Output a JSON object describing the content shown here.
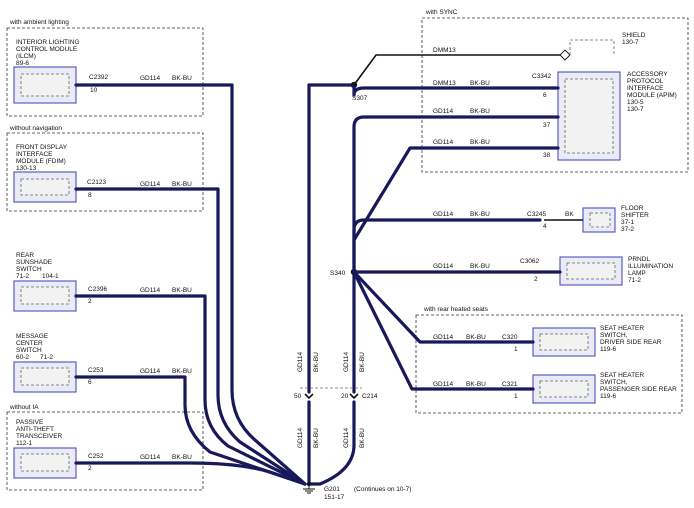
{
  "groups": {
    "ambient": "with ambient lighting",
    "navigation": "without navigation",
    "ia": "without IA",
    "sync": "with SYNC",
    "heated": "with rear heated seats"
  },
  "modules": {
    "ilcm": {
      "lines": [
        "INTERIOR LIGHTING",
        "CONTROL MODULE",
        "(ILCM)",
        "89-6"
      ],
      "connector": "C2392",
      "pin": "10"
    },
    "fdim": {
      "lines": [
        "FRONT DISPLAY",
        "INTERFACE",
        "MODULE (FDIM)",
        "130-13"
      ],
      "connector": "C2123",
      "pin": "8"
    },
    "sunshade": {
      "lines": [
        "REAR",
        "SUNSHADE",
        "SWITCH"
      ],
      "ref1": "71-2",
      "ref2": "104-1",
      "connector": "C2396",
      "pin": "2"
    },
    "message": {
      "lines": [
        "MESSAGE",
        "CENTER",
        "SWITCH"
      ],
      "ref1": "60-2",
      "ref2": "71-2",
      "connector": "C253",
      "pin": "6"
    },
    "pats": {
      "lines": [
        "PASSIVE",
        "ANTI-THEFT",
        "TRANSCEIVER",
        "112-1"
      ],
      "connector": "C252",
      "pin": "2"
    },
    "apim": {
      "lines": [
        "ACCESSORY",
        "PROTOCOL",
        "INTERFACE",
        "MODULE (APIM)",
        "130-5",
        "130-7"
      ],
      "connector": "C3342",
      "pins": [
        "6",
        "37",
        "38"
      ]
    },
    "shield": {
      "lines": [
        "SHIELD",
        "130-7"
      ]
    },
    "floor": {
      "lines": [
        "FLOOR",
        "SHIFTER",
        "37-1",
        "37-2"
      ],
      "connector": "C3245",
      "pin": "4",
      "wire_color": "BK"
    },
    "prndl": {
      "lines": [
        "PRNDL",
        "ILLUMINATION",
        "LAMP",
        "71-2"
      ],
      "connector": "C3062",
      "pin": "2"
    },
    "seat_driver": {
      "lines": [
        "SEAT HEATER",
        "SWITCH,",
        "DRIVER SIDE REAR",
        "119-6"
      ],
      "connector": "C320",
      "pin": "1"
    },
    "seat_pass": {
      "lines": [
        "SEAT HEATER",
        "SWITCH,",
        "PASSENGER SIDE REAR",
        "119-6"
      ],
      "connector": "C321",
      "pin": "1"
    }
  },
  "wires": {
    "circuit": "GD114",
    "color": "BK-BU",
    "drain": "DMM13"
  },
  "splices": {
    "s307": "S307",
    "s340": "S340"
  },
  "inline": {
    "connector": "C214",
    "pin_left": "50",
    "pin_right": "20"
  },
  "ground": {
    "name": "G201",
    "ref": "151-17",
    "note": "(Continues on 10-7)"
  }
}
